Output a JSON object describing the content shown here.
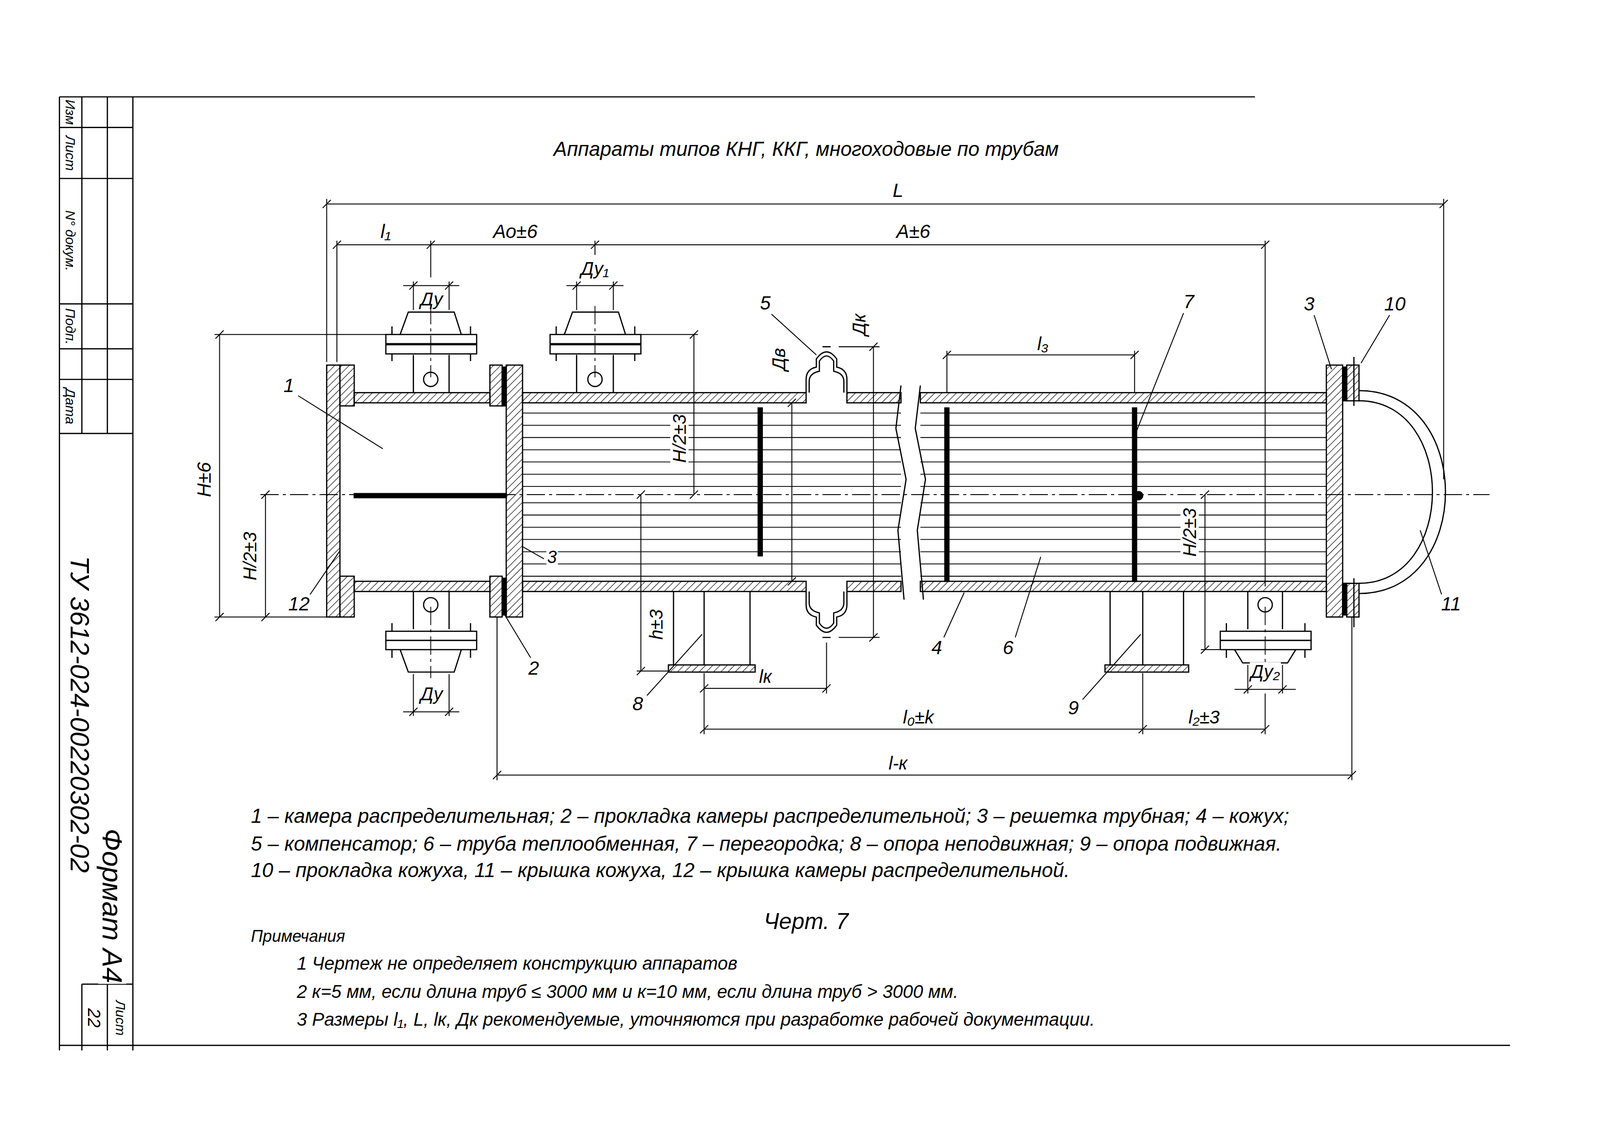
{
  "diagram": {
    "title": "Аппараты типов КНГ, ККГ, многоходовые по трубам",
    "caption": "Черт. 7",
    "labels": [
      "L",
      "l₁",
      "Ао±6",
      "А±6",
      "Ду",
      "Ду₁",
      "Дк",
      "Дв",
      "5",
      "7",
      "3",
      "10",
      "l₃",
      "1",
      "H±6",
      "H/2±3",
      "H/2±3",
      "H/2±3",
      "h±3",
      "12",
      "2",
      "3",
      "8",
      "lк",
      "4",
      "6",
      "9",
      "11",
      "Ду",
      "Ду₂",
      "l₀±k",
      "l₂±3",
      "l-к",
      "1 – камера распределительная; 2 – прокладка камеры распределительной; 3 – решетка трубная; 4 – кожух;",
      "5 – компенсатор; 6 – труба теплообменная, 7 – перегородка; 8 – опора неподвижная; 9 – опора подвижная.",
      "10 – прокладка кожуха, 11 – крышка кожуха, 12 – крышка камеры распределительной.",
      "Примечания",
      "1 Чертеж не определяет конструкцию аппаратов",
      "2 к=5 мм, если длина труб ≤ 3000 мм и к=10 мм, если длина труб > 3000 мм.",
      "3 Размеры l₁, L, lк, Дк рекомендуемые, уточняются при разработке рабочей документации.",
      "Изм",
      "Лист",
      "N° докум.",
      "Подп.",
      "Дата",
      "ТУ 3612-024-00220302-02",
      "Формат А4",
      "Лист",
      "22"
    ]
  }
}
